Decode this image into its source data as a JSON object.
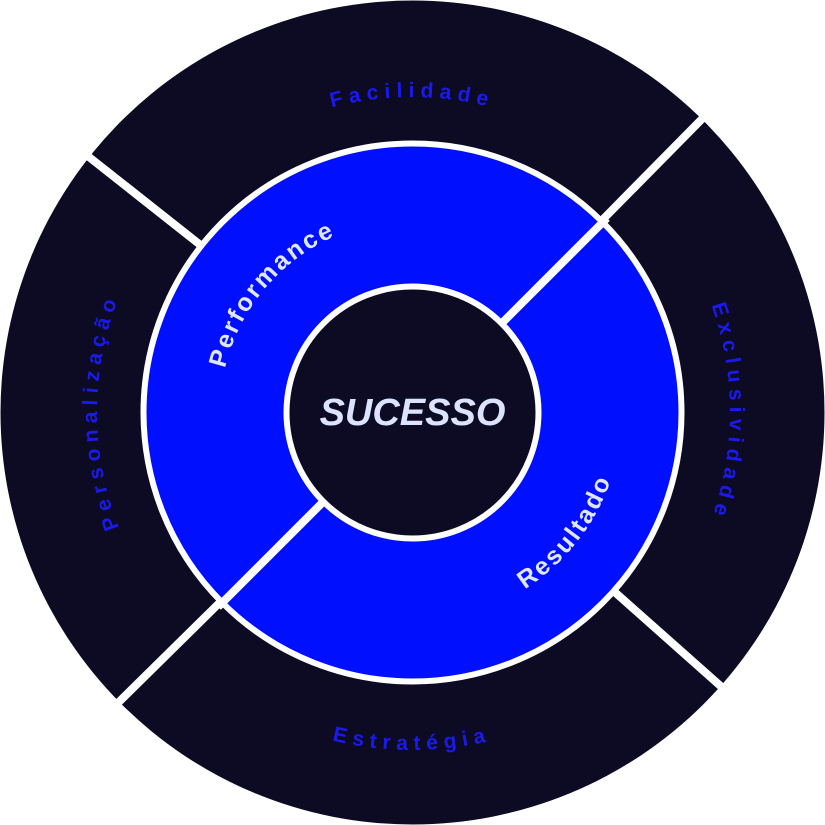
{
  "center": {
    "label": "SUCESSO"
  },
  "middle_ring": [
    {
      "label": "Performance"
    },
    {
      "label": "Resultado"
    }
  ],
  "outer_ring": [
    {
      "label": "Facilidade"
    },
    {
      "label": "Exclusividade"
    },
    {
      "label": "Estratégia"
    },
    {
      "label": "Personalização"
    }
  ],
  "colors": {
    "dark": "#0d0a24",
    "blue": "#0010ff",
    "divider": "#ffffff"
  }
}
